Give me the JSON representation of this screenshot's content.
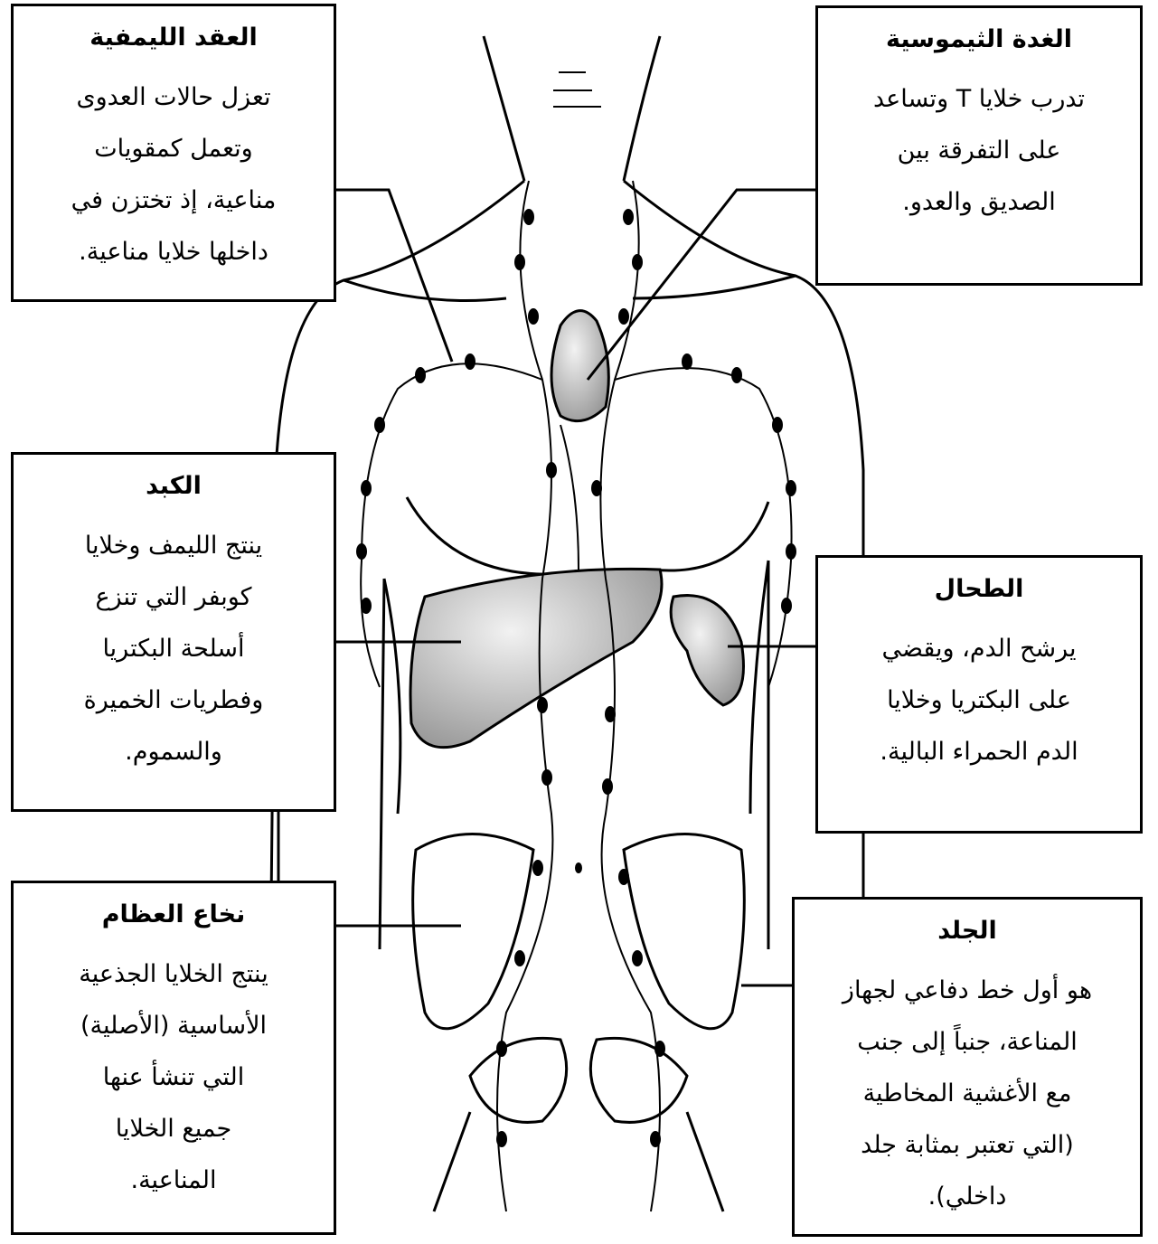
{
  "labels": {
    "lymph_nodes": {
      "title": "العقد الليمفية",
      "text": "تعزل حالات العدوى\nوتعمل كمقويات\nمناعية، إذ تختزن في\nداخلها خلايا مناعية."
    },
    "thymus": {
      "title": "الغدة الثيموسية",
      "text": "تدرب خلايا T وتساعد\nعلى التفرقة بين\nالصديق والعدو."
    },
    "liver": {
      "title": "الكبد",
      "text": "ينتج الليمف وخلايا\nكوبفر التي تنزع\nأسلحة البكتريا\nوفطريات الخميرة\nوالسموم."
    },
    "spleen": {
      "title": "الطحال",
      "text": "يرشح الدم، ويقضي\nعلى البكتريا وخلايا\nالدم الحمراء البالية."
    },
    "bone_marrow": {
      "title": "نخاع العظام",
      "text": "ينتج الخلايا الجذعية\nالأساسية (الأصلية)\nالتي تنشأ عنها\nجميع الخلايا\nالمناعية."
    },
    "skin": {
      "title": "الجلد",
      "text": "هو أول خط دفاعي لجهاز\nالمناعة، جنباً إلى جنب\nمع الأغشية المخاطية\n(التي تعتبر بمثابة جلد\nداخلي)."
    }
  },
  "colors": {
    "outline": "#000000",
    "organ_fill": "#d4d4d4",
    "organ_shade": "#9a9a9a",
    "background": "#ffffff"
  }
}
